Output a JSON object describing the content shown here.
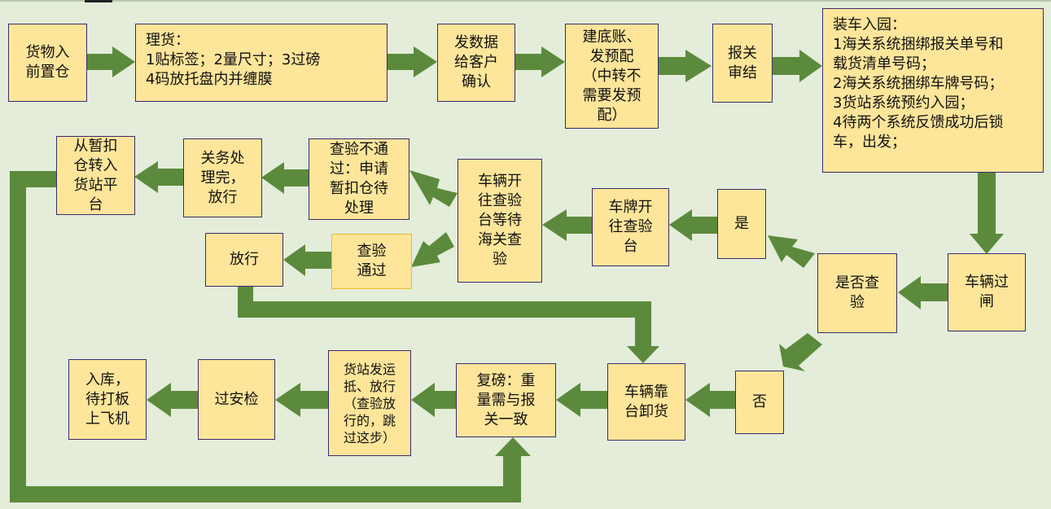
{
  "colors": {
    "background": "#e3edda",
    "box_fill": "#fde59a",
    "box_border": "#3b2a6e",
    "arrow": "#5c8a3c"
  },
  "steps": {
    "s1": "货物入\n前置仓",
    "s2": "理货：\n1贴标签；2量尺寸；3过磅\n4码放托盘内并缠膜",
    "s3": "发数据\n给客户\n确认",
    "s4": "建底账、\n发预配\n（中转不\n需要发预\n配）",
    "s5": "报关\n审结",
    "s6": "装车入园：\n1海关系统捆绑报关单号和\n载货清单号码；\n2海关系统捆绑车牌号码；\n3货站系统预约入园；\n4待两个系统反馈成功后锁\n车，出发；",
    "s7": "车辆过\n闸",
    "s8": "是否查\n验",
    "s9": "是",
    "s10": "车牌开\n往查验\n台",
    "s11": "车辆开\n往查验\n台等待\n海关查\n验",
    "s12": "查验不通\n过：申请\n暂扣仓待\n处理",
    "s13": "关务处\n理完，\n放行",
    "s14": "从暂扣\n仓转入\n货站平\n台",
    "s15": "查验\n通过",
    "s16": "放行",
    "s17": "否",
    "s18": "车辆靠\n台卸货",
    "s19": "复磅：重\n量需与报\n关一致",
    "s20": "货站发运\n抵、放行\n（查验放\n行的，跳\n过这步）",
    "s21": "过安检",
    "s22": "入库，\n待打板\n上飞机"
  }
}
